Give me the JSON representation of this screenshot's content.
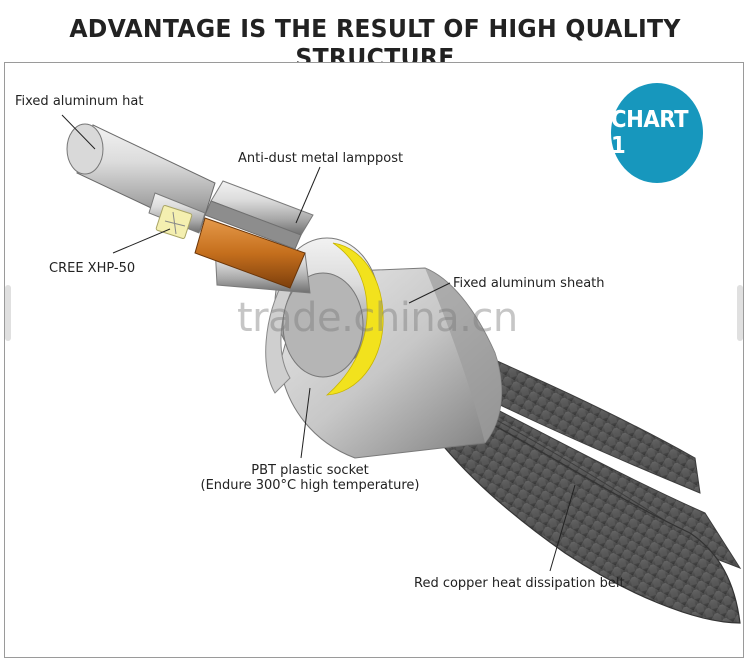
{
  "header": {
    "title": "ADVANTAGE IS THE RESULT OF HIGH QUALITY STRUCTURE"
  },
  "badge": {
    "text": "CHART 1",
    "color": "#1797bd"
  },
  "watermark": {
    "text": "trade.china.cn"
  },
  "labels": {
    "fixed_hat": "Fixed aluminum hat",
    "lamppost": "Anti-dust metal lamppost",
    "cree": "CREE XHP-50",
    "sheath": "Fixed aluminum sheath",
    "socket_line1": "PBT plastic socket",
    "socket_line2": "(Endure 300°C high temperature)",
    "belt": "Red copper heat dissipation belt"
  },
  "colors": {
    "aluminum": "#c9c9c9",
    "copper": "#c56f1d",
    "ring": "#f2e21d",
    "carbon": "#5a5a5a"
  }
}
